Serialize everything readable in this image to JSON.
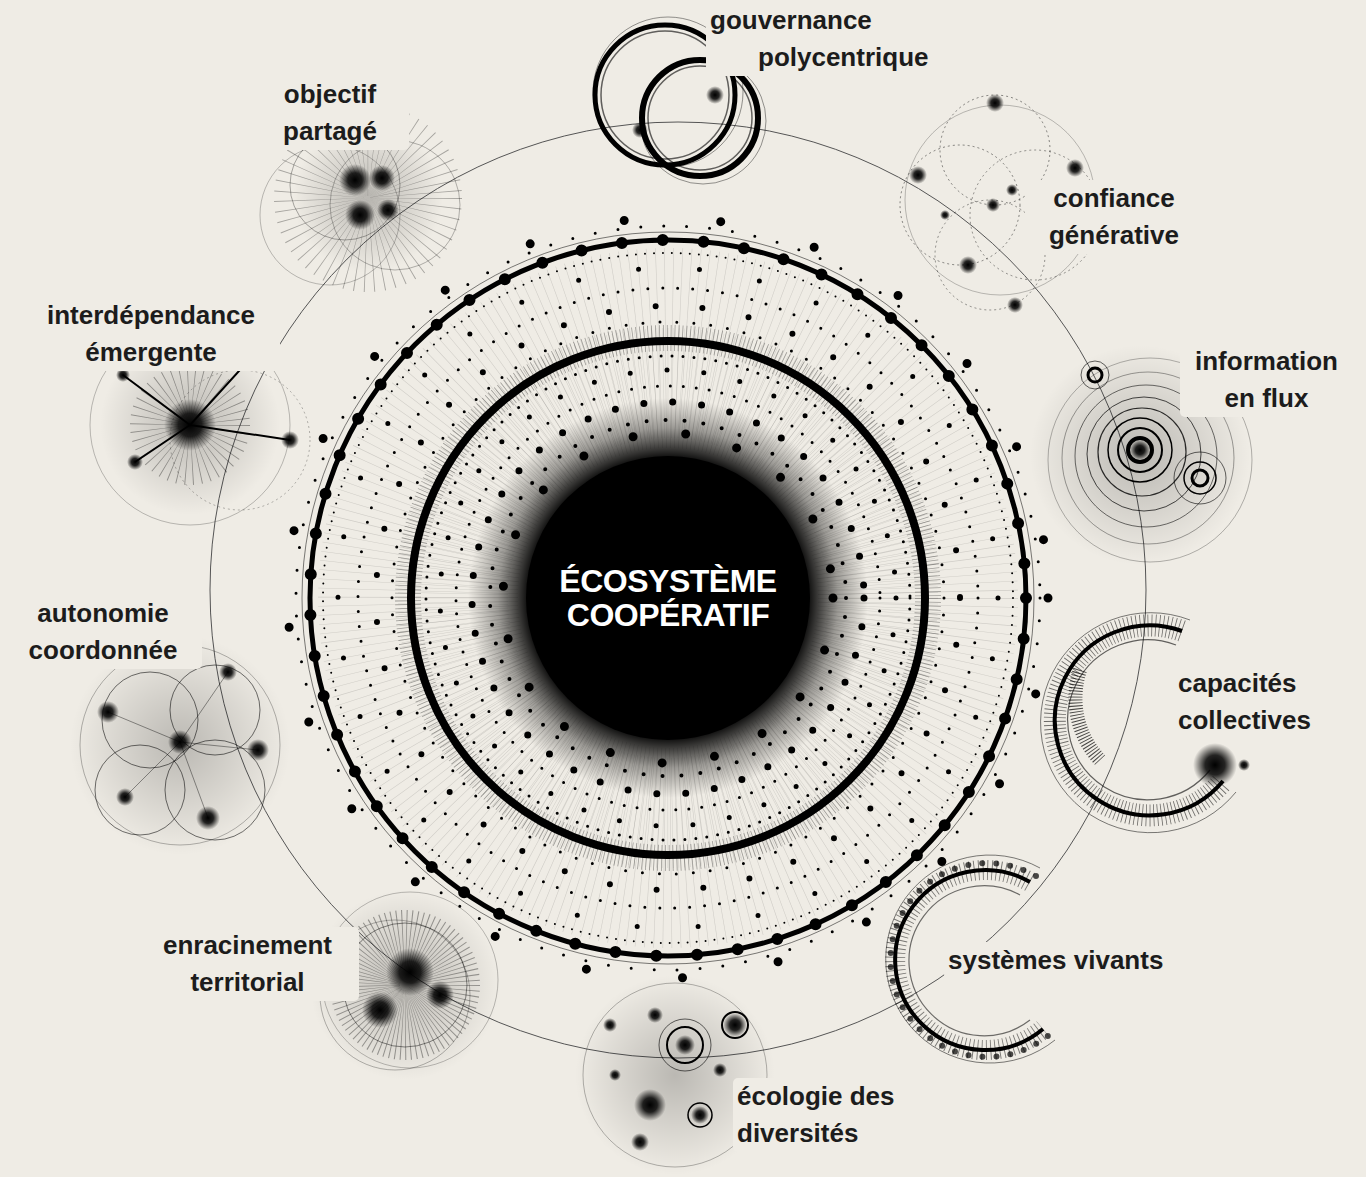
{
  "diagram": {
    "nodes": [
      {
        "text": [
          "ÉCOSYSTÈME COOPÉRATIF"
        ]
      }
    ],
    "labels": [
      "gouvernance polycentrique",
      "objectif partagé",
      "confiance générative",
      "interdépendance émergente",
      "information en flux",
      "autonomie coordonnée",
      "capacités collectives",
      "enracinement territorial",
      "systèmes vivants",
      "écologie des diversités"
    ]
  }
}
